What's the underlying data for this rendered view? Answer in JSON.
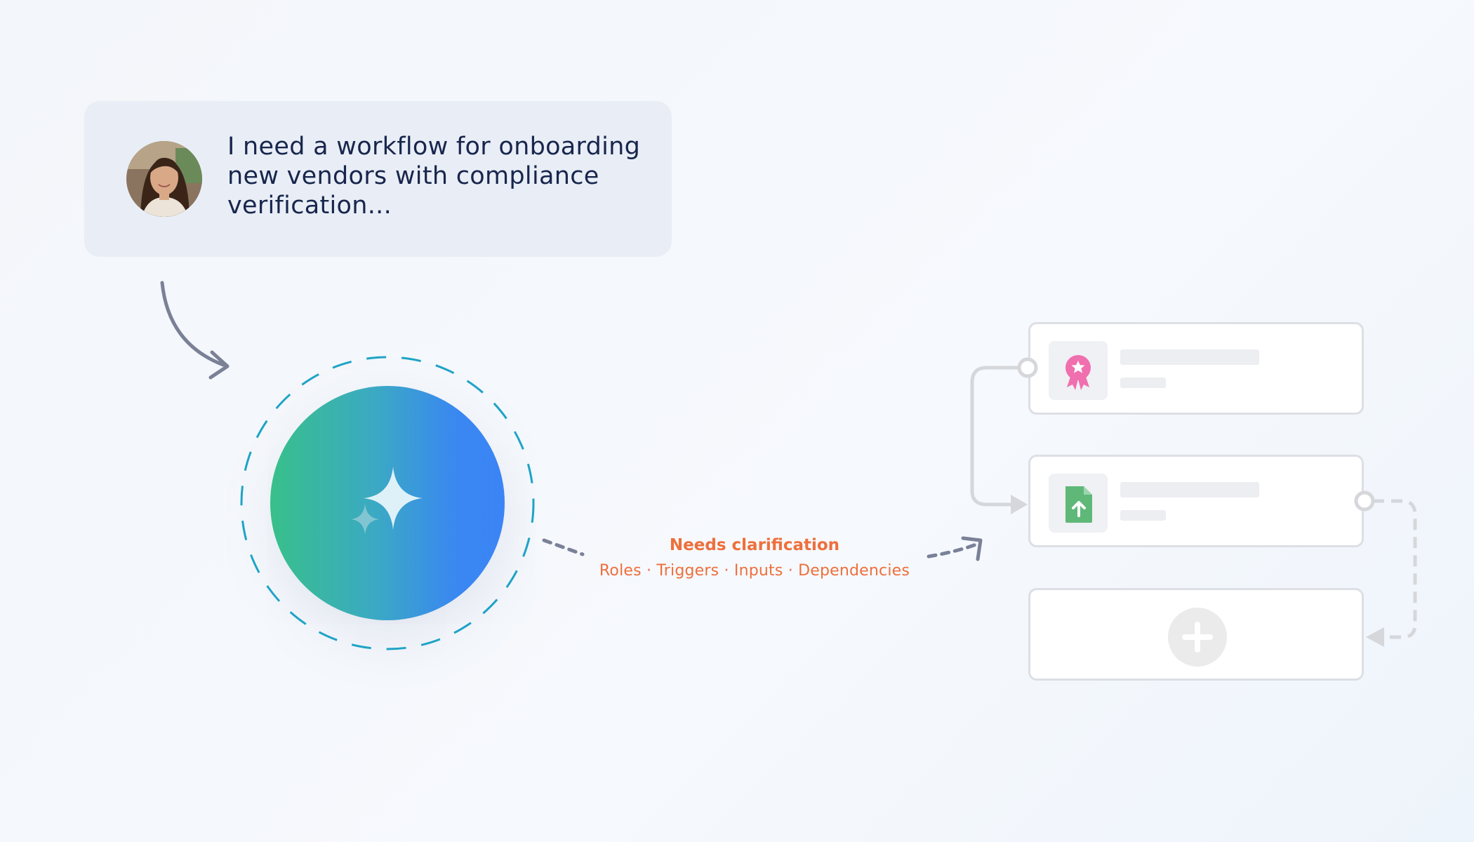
{
  "prompt": {
    "text": "I need a workflow for onboarding new vendors with compliance verification..."
  },
  "annotation": {
    "title": "Needs clarification",
    "items": "Roles · Triggers · Inputs · Dependencies"
  },
  "workflow": {
    "cards": [
      {
        "icon": "award-ribbon-icon",
        "icon_color": "#f06fae"
      },
      {
        "icon": "file-upload-icon",
        "icon_color": "#5fb878"
      },
      {
        "icon": "add-step-icon",
        "icon_color": "#ffffff"
      }
    ]
  },
  "colors": {
    "accent_orange": "#ee6f3c",
    "orb_green": "#38c08a",
    "orb_blue": "#3b84f5",
    "dashed_ring": "#1ea3c6",
    "arrow_gray": "#7a8197",
    "connector_gray": "#d5d7db"
  }
}
